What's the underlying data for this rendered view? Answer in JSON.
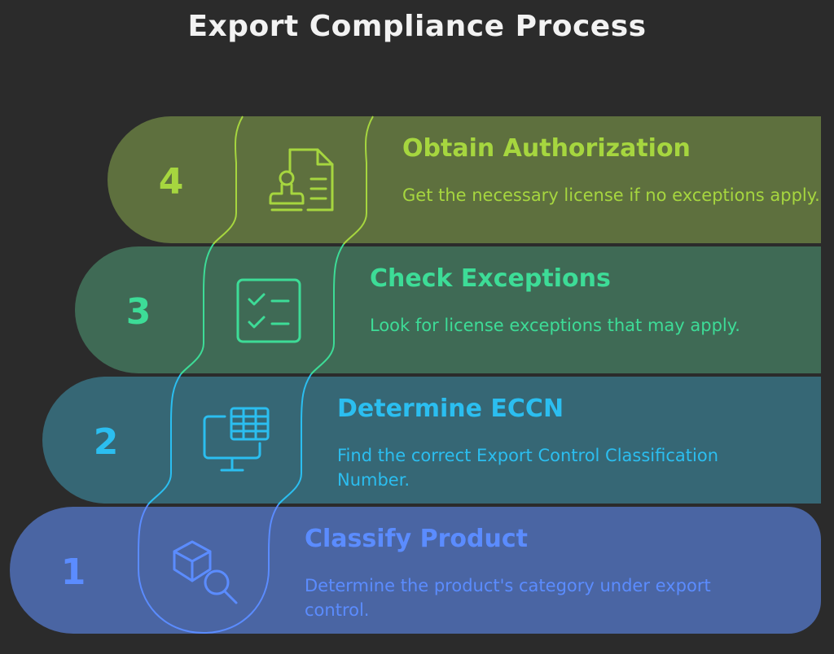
{
  "title": "Export Compliance Process",
  "colors": {
    "background": "#2b2b2b",
    "step4": "#a6d63f",
    "step3": "#3ddc97",
    "step2": "#2bbef0",
    "step1": "#5b8cff"
  },
  "steps": [
    {
      "number": "4",
      "title": "Obtain Authorization",
      "description": "Get the necessary license if no exceptions apply.",
      "icon": "document-stamp-icon"
    },
    {
      "number": "3",
      "title": "Check Exceptions",
      "description": "Look for license exceptions that may apply.",
      "icon": "checklist-icon"
    },
    {
      "number": "2",
      "title": "Determine ECCN",
      "description": "Find the correct Export Control Classification Number.",
      "icon": "monitor-table-icon"
    },
    {
      "number": "1",
      "title": "Classify Product",
      "description": "Determine the product's category under export control.",
      "icon": "box-search-icon"
    }
  ]
}
